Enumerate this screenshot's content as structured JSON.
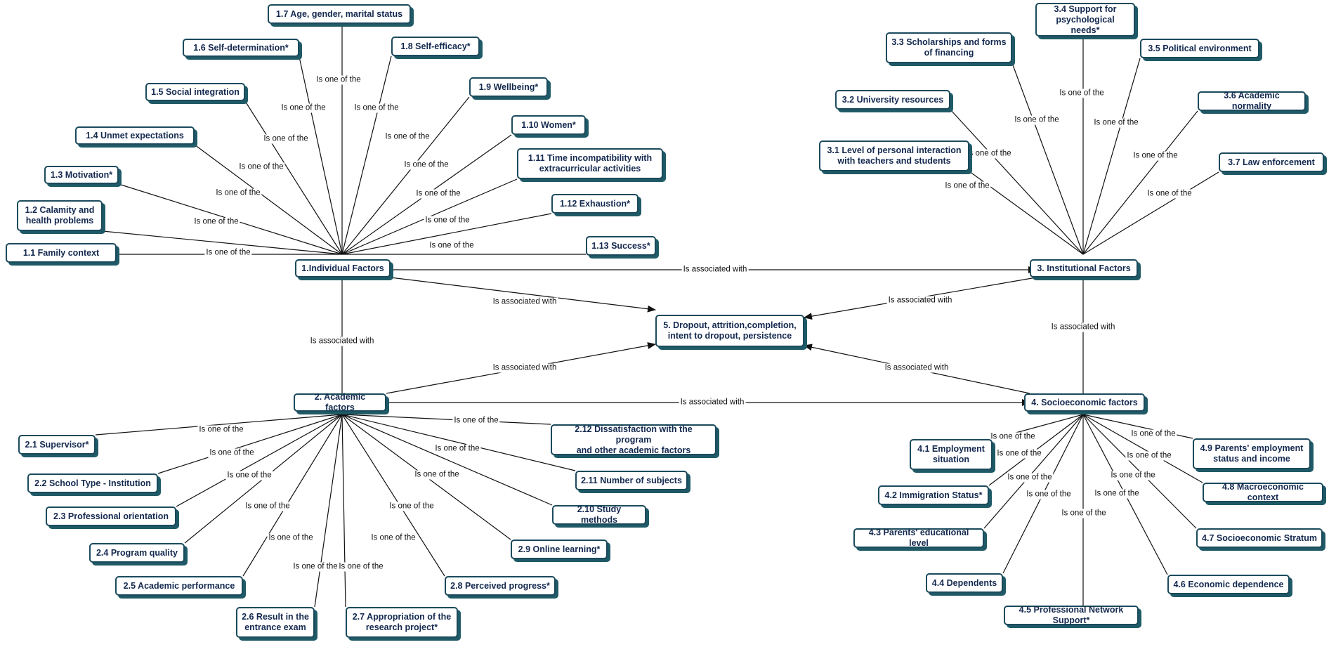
{
  "relation_one_of": "Is one of the",
  "relation_associated": "Is associated with",
  "colors": {
    "node_border": "#1b4a5c",
    "node_shadow": "#1f5a66",
    "node_text": "#14294f",
    "edge": "#111111"
  },
  "hubs": {
    "individual": "1.Individual Factors",
    "academic": "2. Academic factors",
    "institutional": "3. Institutional Factors",
    "socioeconomic": "4. Socioeconomic factors",
    "outcome": "5. Dropout, attrition,completion,\nintent to dropout, persistence"
  },
  "individual_items": [
    "1.1 Family context",
    "1.2  Calamity and\nhealth problems",
    "1.3 Motivation*",
    "1.4 Unmet expectations",
    "1.5 Social integration",
    "1.6 Self-determination*",
    "1.7  Age, gender, marital status",
    "1.8  Self-efficacy*",
    "1.9  Wellbeing*",
    "1.10  Women*",
    "1.11 Time incompatibility with\nextracurricular activities",
    "1.12 Exhaustion*",
    "1.13 Success*"
  ],
  "academic_items": [
    "2.1 Supervisor*",
    "2.2 School Type - Institution",
    "2.3 Professional orientation",
    "2.4 Program quality",
    "2.5 Academic performance",
    "2.6 Result in the\nentrance exam",
    "2.7 Appropriation of the\nresearch project*",
    "2.8 Perceived progress*",
    "2.9 Online learning*",
    "2.10 Study methods",
    "2.11 Number of subjects",
    "2.12 Dissatisfaction with the program\nand other academic factors"
  ],
  "institutional_items": [
    "3.1 Level of personal interaction\nwith teachers and students",
    "3.2 University resources",
    "3.3 Scholarships and forms\nof financing",
    "3.4 Support for\npsychological needs*",
    "3.5 Political environment",
    "3.6 Academic normality",
    "3.7 Law enforcement"
  ],
  "socioeconomic_items": [
    "4.1 Employment\nsituation",
    "4.2 Immigration Status*",
    "4.3 Parents' educational level",
    "4.4 Dependents",
    "4.5 Professional Network Support*",
    "4.6 Economic dependence",
    "4.7 Socioeconomic Stratum",
    "4.8 Macroeconomic context",
    "4.9 Parents' employment\nstatus and income"
  ]
}
